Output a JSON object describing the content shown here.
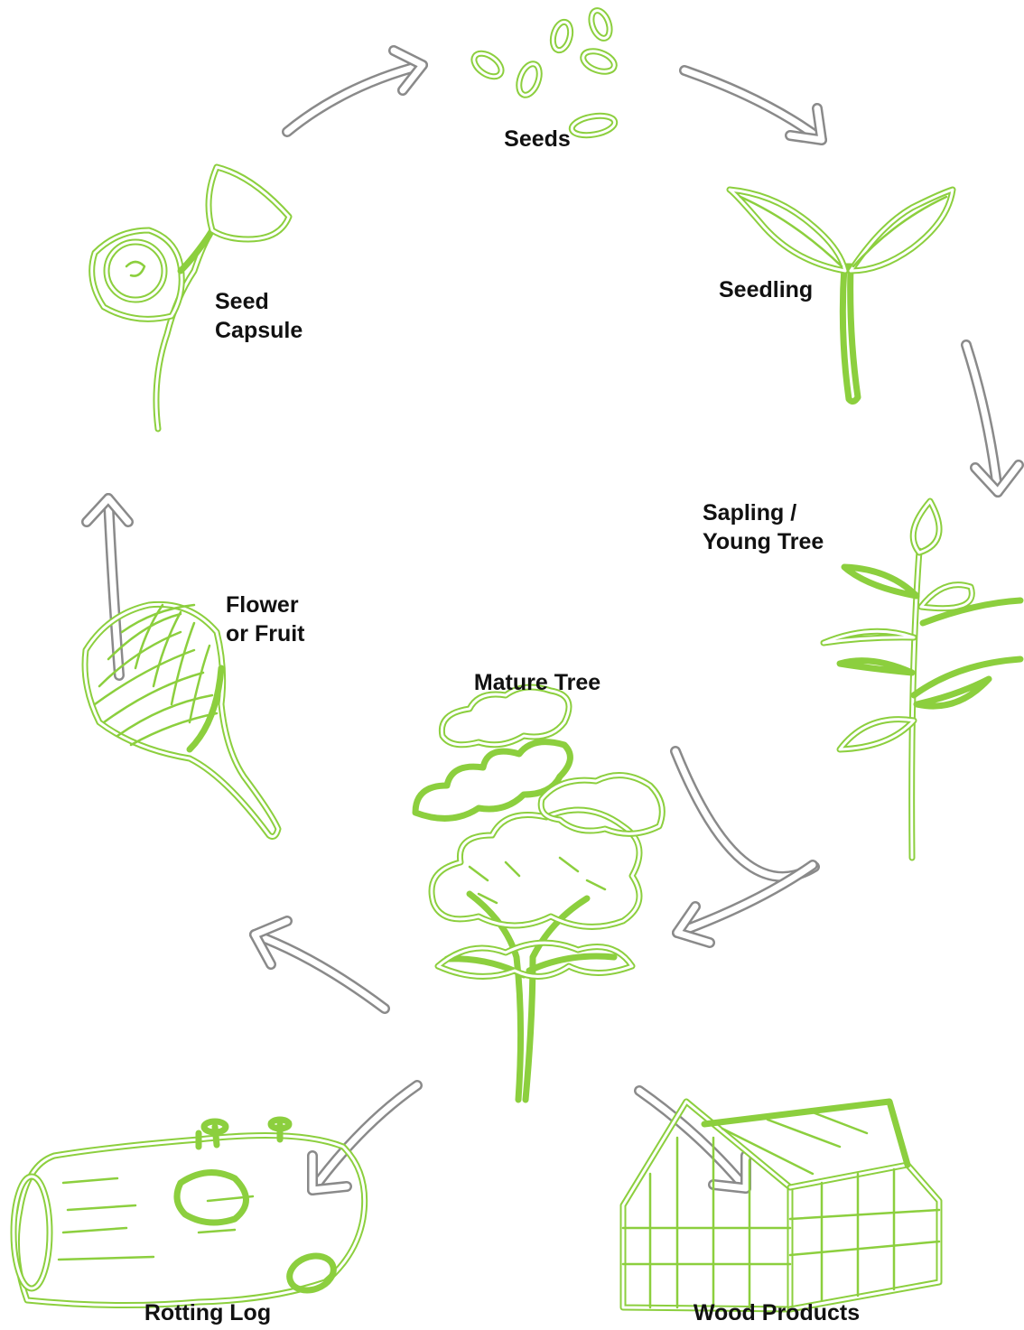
{
  "stages": {
    "seeds": "Seeds",
    "seedling": "Seedling",
    "sapling": [
      "Sapling /",
      "Young Tree"
    ],
    "mature_tree": "Mature Tree",
    "flower": [
      "Flower",
      "or Fruit"
    ],
    "seed_capsule": [
      "Seed",
      "Capsule"
    ],
    "rotting_log": "Rotting Log",
    "wood_products": "Wood Products"
  },
  "colors": {
    "illustration": "#8ccf3e",
    "arrow": "#8a8a8a",
    "text": "#111111"
  }
}
